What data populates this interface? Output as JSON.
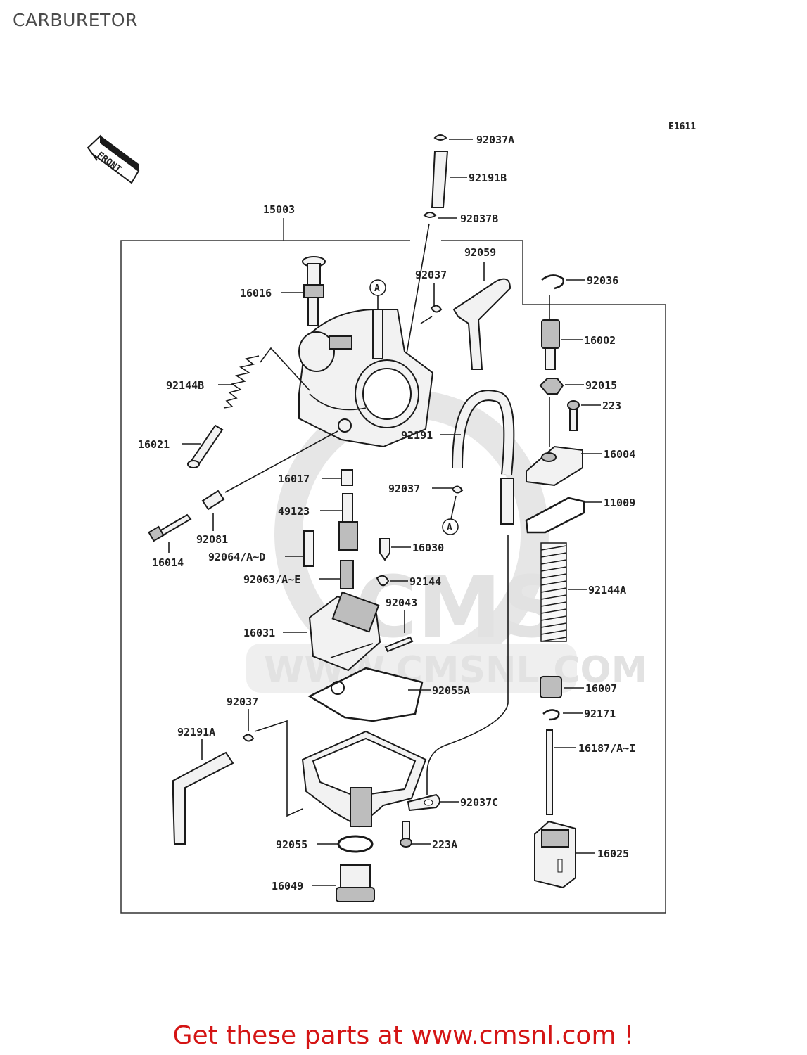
{
  "page": {
    "title": "CARBURETOR",
    "footer": "Get these parts at www.cmsnl.com !"
  },
  "diagram": {
    "code": "E1611",
    "front_arrow": "FRONT",
    "ref_marker": "A",
    "assembly": "15003",
    "watermark": {
      "logo": "CMS",
      "url": "WWW.CMSNL.COM"
    },
    "parts": {
      "p92037A": "92037A",
      "p92191B": "92191B",
      "p92037B": "92037B",
      "p92059": "92059",
      "p92037_top": "92037",
      "p92036": "92036",
      "p16016": "16016",
      "p16002": "16002",
      "p92015": "92015",
      "p223": "223",
      "p92144B": "92144B",
      "p92191": "92191",
      "p16004": "16004",
      "p16021": "16021",
      "p16017": "16017",
      "p92037_mid": "92037",
      "p11009": "11009",
      "p49123": "49123",
      "p92081": "92081",
      "p16014": "16014",
      "p92064": "92064/A~D",
      "p16030": "16030",
      "p92063": "92063/A~E",
      "p92144": "92144",
      "p92144A": "92144A",
      "p92043": "92043",
      "p16031": "16031",
      "p16007": "16007",
      "p92055A": "92055A",
      "p92037_low": "92037",
      "p92171": "92171",
      "p92191A": "92191A",
      "p16187": "16187/A~I",
      "p92037C": "92037C",
      "p92055": "92055",
      "p223A": "223A",
      "p16025": "16025",
      "p16049": "16049"
    }
  }
}
